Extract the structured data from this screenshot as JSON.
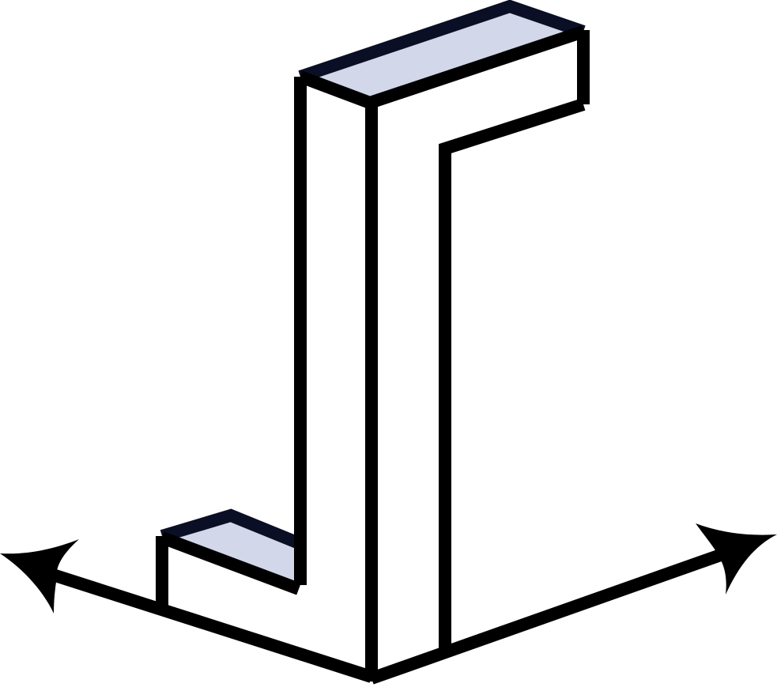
{
  "diagram": {
    "kind": "isometric-3d-shape",
    "shape": "L-profile extrusion",
    "axes": [
      "left-axis-arrow",
      "right-axis-arrow"
    ],
    "colors": {
      "stroke": "#000000",
      "top_face": "#d2d7e9",
      "top_face_outline": "#0a0f26",
      "background": "#ffffff"
    }
  }
}
